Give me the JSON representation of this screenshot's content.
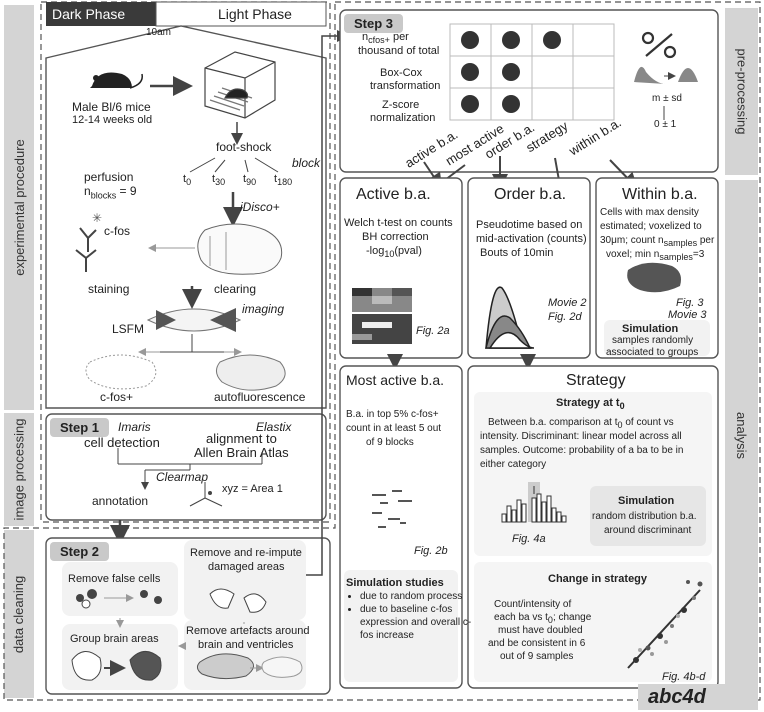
{
  "sidebars": {
    "left": [
      "experimental procedure",
      "image processing",
      "data cleaning"
    ],
    "right": [
      "pre-processing",
      "analysis"
    ]
  },
  "phases": {
    "dark": "Dark Phase",
    "light": "Light Phase",
    "time": "10am"
  },
  "procedure": {
    "mice": "Male Bl/6 mice",
    "age": "12-14 weeks old",
    "footshock": "foot-shock",
    "block": "block",
    "times": [
      "t",
      "t",
      "t",
      "t"
    ],
    "time_subs": [
      "0",
      "30",
      "90",
      "180"
    ],
    "perfusion": "perfusion",
    "nblocks_n": "n",
    "nblocks_sub": "blocks",
    "nblocks_val": " = 9",
    "idisco": "iDisco+",
    "cfos": "c-fos",
    "staining": "staining",
    "clearing": "clearing",
    "imaging": "imaging",
    "lsfm": "LSFM",
    "cfos_plus": "c-fos+",
    "autofluorescence": "autofluorescence"
  },
  "step1": {
    "badge": "Step 1",
    "imaris": "Imaris",
    "elastix": "Elastix",
    "cell_detection": "cell detection",
    "alignment": "alignment to",
    "atlas": "Allen Brain Atlas",
    "clearmap": "Clearmap",
    "annotation": "annotation",
    "xyz": "xyz = Area 1"
  },
  "step2": {
    "badge": "Step 2",
    "remove_false": "Remove false cells",
    "remove_reimpute_1": "Remove and re-impute",
    "remove_reimpute_2": "damaged areas",
    "group": "Group brain areas",
    "artefacts_1": "Remove artefacts around",
    "artefacts_2": "brain and ventricles"
  },
  "step3": {
    "badge": "Step 3",
    "ncfos_n": "n",
    "ncfos_sub": "cfos+",
    "ncfos_text": " per",
    "ncfos_line2": "thousand of total",
    "boxcox_1": "Box-Cox",
    "boxcox_2": "transformation",
    "zscore_1": "Z-score",
    "zscore_2": "normalization",
    "msd": "m ± sd",
    "zero_one": "0 ± 1",
    "columns": [
      "active b.a.",
      "most active",
      "order b.a.",
      "strategy",
      "within b.a."
    ]
  },
  "active": {
    "title": "Active b.a.",
    "line1": "Welch t-test on counts",
    "line2": "BH correction",
    "line3_pre": "-log",
    "line3_sub": "10",
    "line3_post": "(pval)",
    "fig": "Fig. 2a"
  },
  "order": {
    "title": "Order b.a.",
    "line1": "Pseudotime based on",
    "line2": "mid-activation (counts)",
    "line3": "Bouts of 10min",
    "movie": "Movie 2",
    "fig": "Fig. 2d"
  },
  "within": {
    "title": "Within b.a.",
    "line1": "Cells with max density",
    "line2": "estimated; voxelized to",
    "line3": "30μm; count n",
    "line3_sub": "samples",
    "line3_post": " per",
    "line4_pre": "voxel; min n",
    "line4_sub": "samples",
    "line4_post": "=3",
    "fig": "Fig. 3",
    "movie": "Movie 3",
    "sim_title": "Simulation",
    "sim_1": "samples randomly",
    "sim_2": "associated to groups"
  },
  "most_active": {
    "title": "Most active b.a.",
    "line1": "B.a. in top 5% c-fos+",
    "line2": "count in at least 5 out",
    "line3": "of 9 blocks",
    "fig": "Fig. 2b",
    "sim_title": "Simulation studies",
    "bullets": [
      "due to random process",
      "due to baseline c-fos expression and overall c-fos increase"
    ]
  },
  "strategy": {
    "title": "Strategy",
    "sub_title_pre": "Strategy at t",
    "sub_title_sub": "0",
    "text_1": "Between b.a. comparison at t",
    "text_1_sub": "0",
    "text_1_post": " of count vs",
    "text_2": "intensity. Discriminant: linear model across all",
    "text_3": "samples. Outcome: probability of a ba to be in",
    "text_4": "either category",
    "fig": "Fig. 4a",
    "sim_title": "Simulation",
    "sim_1": "random distribution b.a.",
    "sim_2": "around discriminant",
    "change_title": "Change in strategy",
    "change_1": "Count/intensity of",
    "change_2_pre": "each ba vs t",
    "change_2_sub": "0",
    "change_2_post": "; change",
    "change_3": "must have doubled",
    "change_4": "and be consistent in 6",
    "change_5": "out of 9 samples",
    "fig2": "Fig. 4b-d"
  },
  "logo": "abc4d"
}
